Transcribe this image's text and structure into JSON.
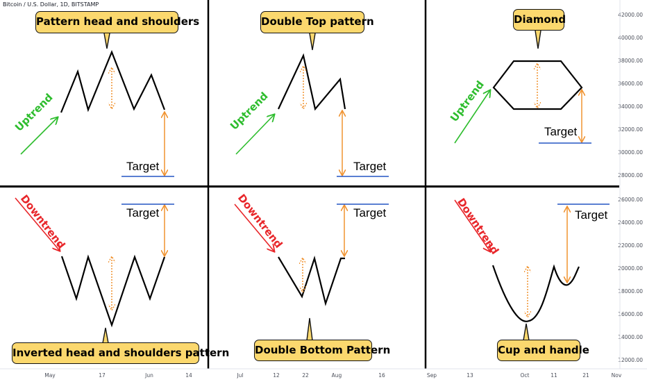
{
  "header": "Bitcoin / U.S. Dollar, 1D, BITSTAMP",
  "price_axis": [
    "42000.00",
    "40000.00",
    "38000.00",
    "36000.00",
    "34000.00",
    "32000.00",
    "30000.00",
    "28000.00",
    "26000.00",
    "24000.00",
    "22000.00",
    "20000.00",
    "18000.00",
    "16000.00",
    "14000.00",
    "12000.00"
  ],
  "time_axis": [
    "May",
    "17",
    "Jun",
    "14",
    "Jul",
    "12",
    "22",
    "Aug",
    "16",
    "Sep",
    "13",
    "Oct",
    "11",
    "21",
    "Nov"
  ],
  "patterns": {
    "head_shoulders": {
      "title": "Pattern head and shoulders",
      "trend": "Uptrend",
      "target": "Target"
    },
    "double_top": {
      "title": "Double Top pattern",
      "trend": "Uptrend",
      "target": "Target"
    },
    "diamond": {
      "title": "Diamond",
      "trend": "Uptrend",
      "target": "Target"
    },
    "inverted_hs": {
      "title": "Inverted head and shoulders pattern",
      "trend": "Downtrend",
      "target": "Target"
    },
    "double_bottom": {
      "title": "Double Bottom Pattern",
      "trend": "Downtrend",
      "target": "Target"
    },
    "cup_handle": {
      "title": "Cup and handle",
      "trend": "Downtrend",
      "target": "Target"
    }
  },
  "colors": {
    "callout_fill": "#fbd86e",
    "uptrend": "#2ebd2e",
    "downtrend": "#e8262a",
    "target_arrow": "#f0922f",
    "target_line": "#2455c3",
    "grid_line": "#000000"
  }
}
